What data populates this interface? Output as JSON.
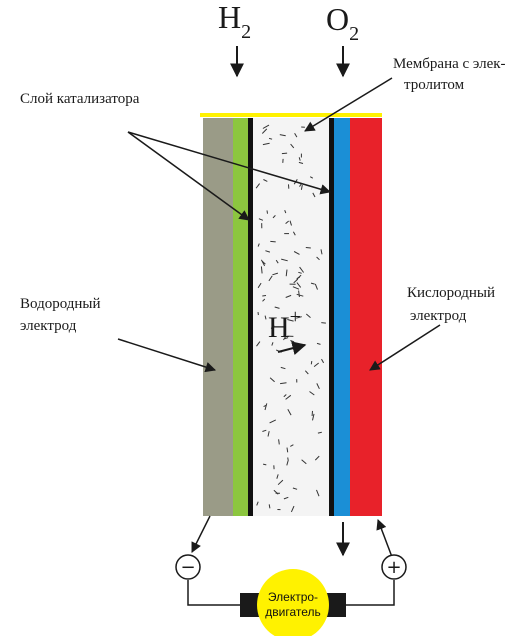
{
  "gases": {
    "hydrogen": {
      "base": "H",
      "sub": "2"
    },
    "oxygen": {
      "base": "O",
      "sub": "2"
    }
  },
  "labels": {
    "membrane": [
      "Мембрана с элек-",
      "тролитом"
    ],
    "catalyst": "Слой катализатора",
    "hydrogen_electrode": [
      "Водородный",
      "электрод"
    ],
    "oxygen_electrode": [
      "Кислородный",
      "электрод"
    ],
    "proton": {
      "base": "H",
      "sup": "+"
    }
  },
  "terminals": {
    "negative": "−",
    "positive": "+"
  },
  "motor": {
    "lines": [
      "Электро-",
      "двигатель"
    ]
  },
  "colors": {
    "hydrogen_electrode": "#9a9b87",
    "catalyst": "#8cc63f",
    "membrane_top": "#fff200",
    "oxygen_catalyst": "#1b8fd6",
    "oxygen_electrode": "#e8222a",
    "motor": "#fff200"
  }
}
